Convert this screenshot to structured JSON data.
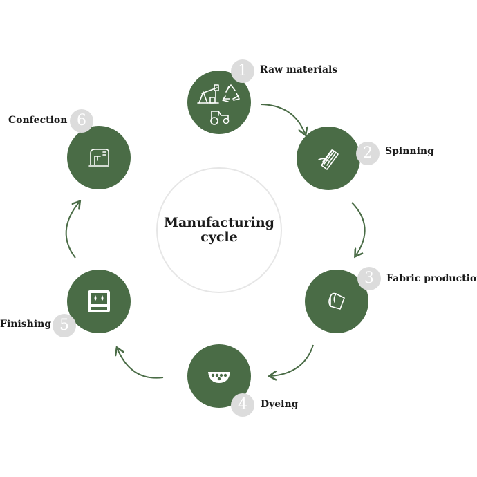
{
  "center": {
    "title_line1": "Manufacturing",
    "title_line2": "cycle"
  },
  "colors": {
    "node": "#4a6c46",
    "arrow": "#4a6c46",
    "badge": "#dcdcdc",
    "ring": "#e6e6e6"
  },
  "steps": [
    {
      "number": "1",
      "label": "Raw materials",
      "icon": "oil-pump-recycle-tractor-icon"
    },
    {
      "number": "2",
      "label": "Spinning",
      "icon": "thread-spool-icon"
    },
    {
      "number": "3",
      "label": "Fabric production",
      "icon": "fabric-roll-icon"
    },
    {
      "number": "4",
      "label": "Dyeing",
      "icon": "dye-bowl-icon"
    },
    {
      "number": "5",
      "label": "Finishing",
      "icon": "finishing-machine-icon"
    },
    {
      "number": "6",
      "label": "Confection",
      "icon": "sewing-machine-icon"
    }
  ]
}
